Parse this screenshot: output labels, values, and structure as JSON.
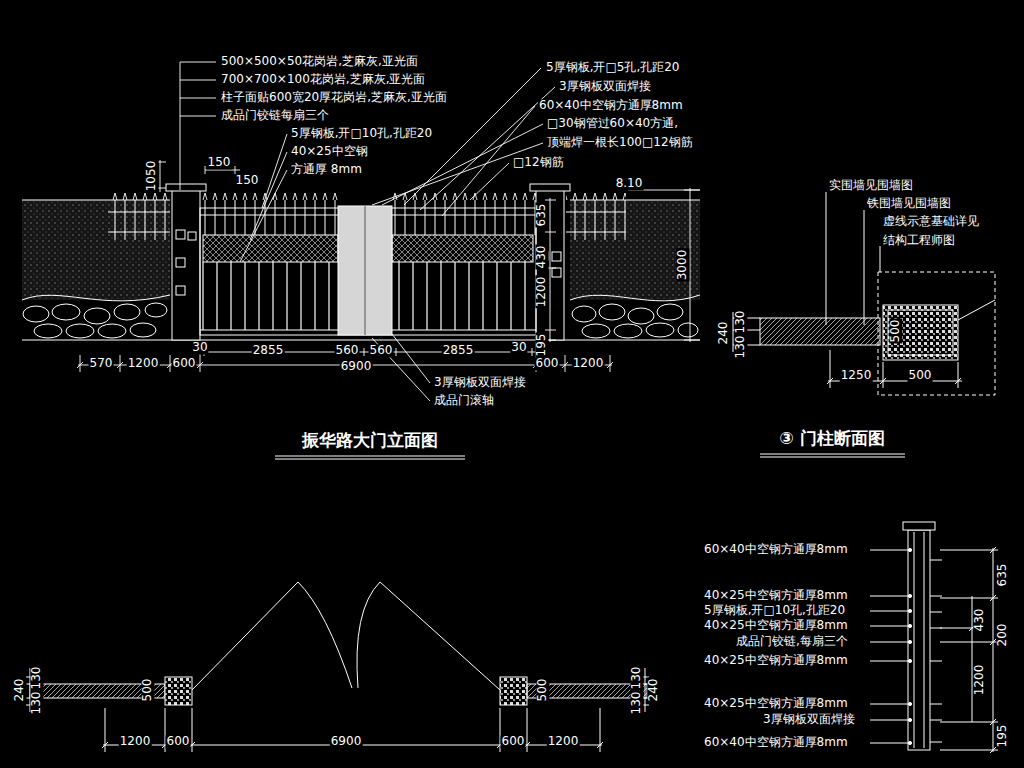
{
  "diagram": {
    "labels": [
      "500×500×50花岗岩,芝麻灰,亚光面",
      "700×700×100花岗岩,芝麻灰,亚光面",
      "柱子面贴600宽20厚花岗岩,芝麻灰,亚光面",
      "成品门铰链每扇三个",
      "5厚钢板,开□10孔,孔距20",
      "40×25中空钢",
      "方通厚 8mm",
      "5厚钢板,开□5孔,孔距20",
      "3厚钢板双面焊接",
      "60×40中空钢方通厚8mm",
      "□30钢管过60×40方通,",
      "顶端焊一根长100□12钢筋",
      "□12钢筋",
      "1050",
      "150",
      "150",
      "8.10",
      "635",
      "430",
      "1200",
      "195",
      "3000",
      "570",
      "1200",
      "600",
      "30",
      "2855",
      "560",
      "560",
      "2855",
      "30",
      "600",
      "1200",
      "6900",
      "3厚钢板双面焊接",
      "成品门滚轴",
      "振华路大门立面图",
      "实围墙见围墙图",
      "铁围墙见围墙图",
      "虚线示意基础详见",
      "结构工程师图",
      "240",
      "130",
      "130",
      "500",
      "1250",
      "500",
      "③ 门柱断面图",
      "240",
      "130",
      "130",
      "500",
      "500",
      "130",
      "130",
      "240",
      "1200",
      "600",
      "6900",
      "600",
      "1200",
      "60×40中空钢方通厚8mm",
      "40×25中空钢方通厚8mm",
      "5厚钢板,开□10孔,孔距20",
      "40×25中空钢方通厚8mm",
      "成品门铰链,每扇三个",
      "40×25中空钢方通厚8mm",
      "40×25中空钢方通厚8mm",
      "3厚钢板双面焊接",
      "60×40中空钢方通厚8mm",
      "635",
      "430",
      "200",
      "1200",
      "195"
    ]
  }
}
